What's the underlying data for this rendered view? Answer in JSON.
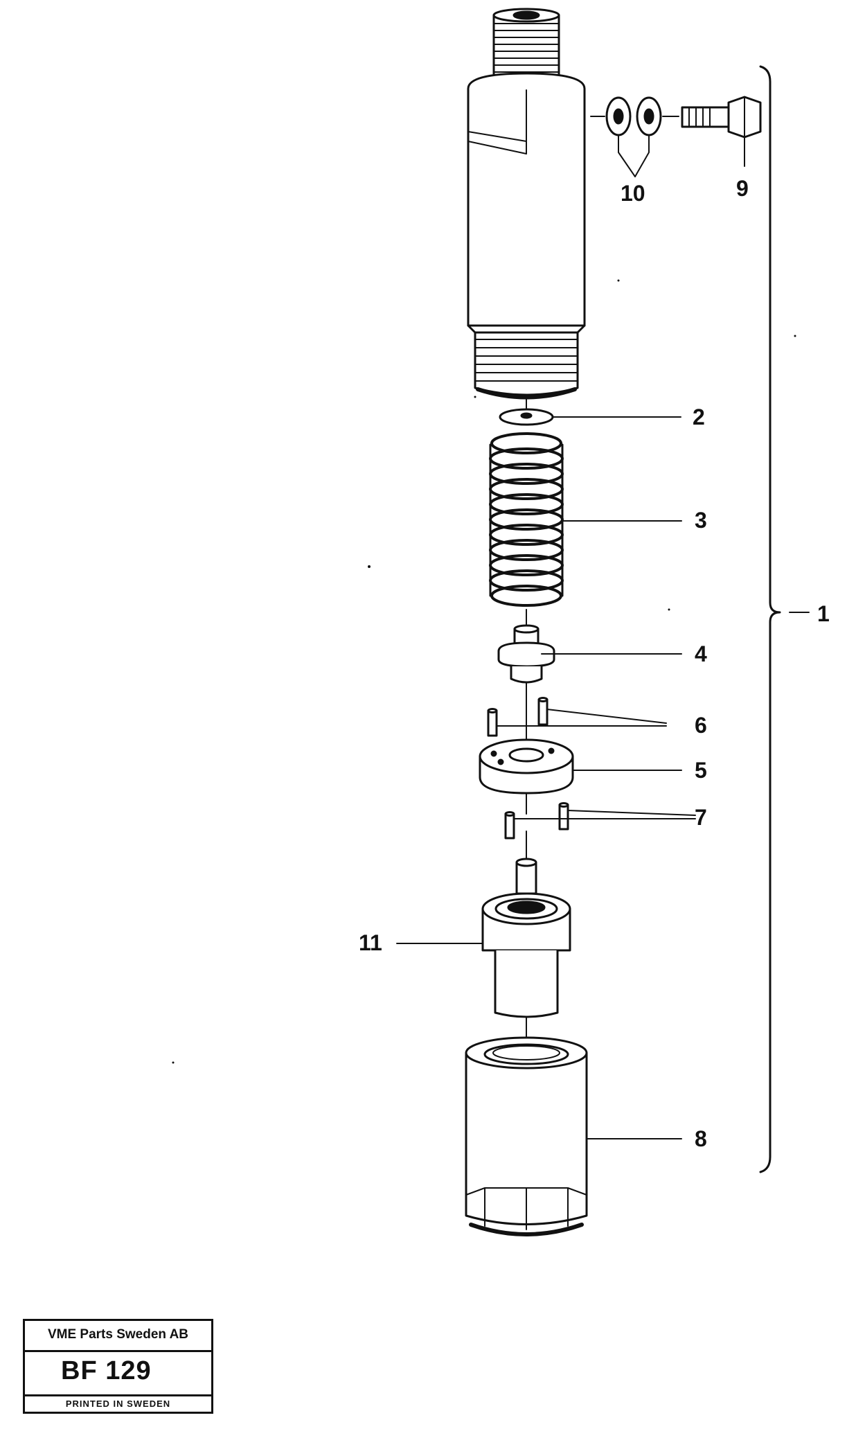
{
  "callouts": {
    "c1": "1",
    "c2": "2",
    "c3": "3",
    "c4": "4",
    "c5": "5",
    "c6": "6",
    "c7": "7",
    "c8": "8",
    "c9": "9",
    "c10": "10",
    "c11": "11"
  },
  "title_block": {
    "company": "VME Parts Sweden AB",
    "code": "BF 129",
    "footer": "PRINTED IN SWEDEN"
  },
  "colors": {
    "ink": "#111111",
    "paper": "#ffffff"
  }
}
